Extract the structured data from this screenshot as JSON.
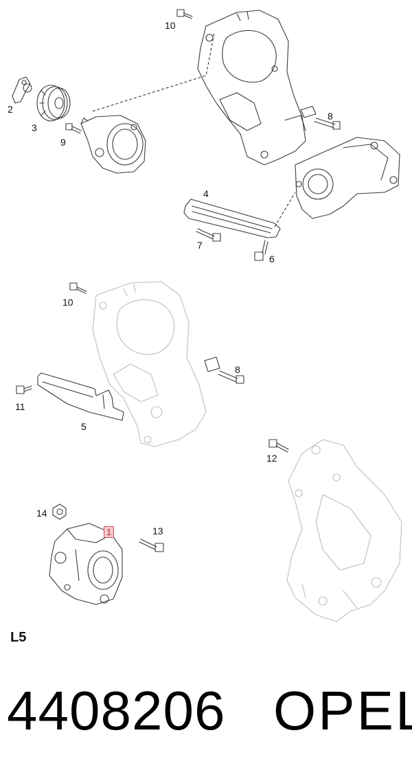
{
  "callouts": {
    "c10a": "10",
    "c2": "2",
    "c3": "3",
    "c9": "9",
    "c8a": "8",
    "c4": "4",
    "c7": "7",
    "c6": "6",
    "c10b": "10",
    "c8b": "8",
    "c11": "11",
    "c5": "5",
    "c12": "12",
    "c14": "14",
    "c1": "1",
    "c13": "13"
  },
  "variant_label": "L5",
  "part_number": "4408206",
  "brand": "OPEL",
  "colors": {
    "highlight_fill": "#f6c8cc",
    "highlight_border": "#c9525e",
    "line": "#3a3a3a",
    "faded": "#bdbdbd"
  }
}
